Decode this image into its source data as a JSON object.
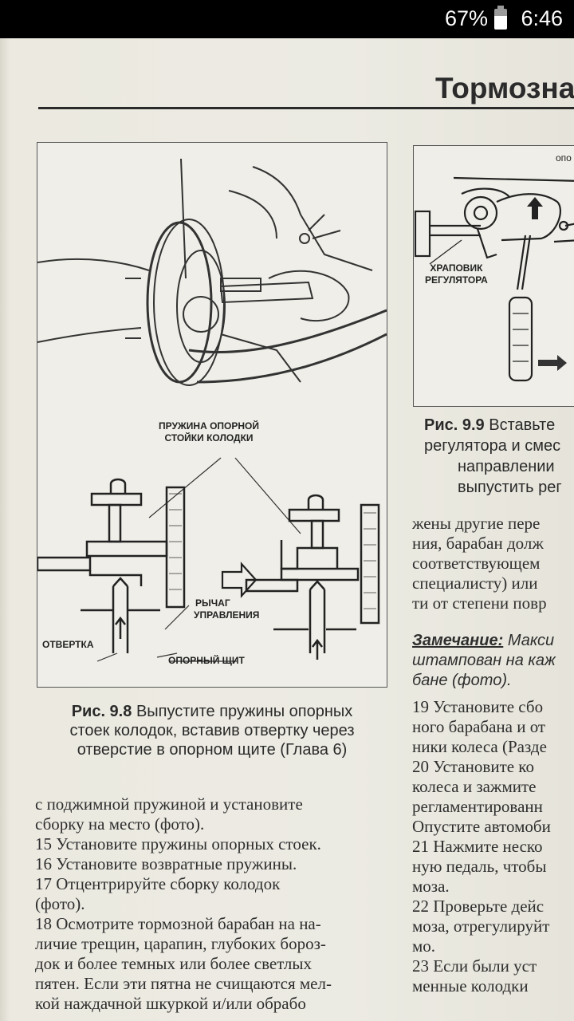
{
  "status": {
    "battery": "67%",
    "time": "6:46"
  },
  "heading": "Тормозна",
  "fig98": {
    "labels": {
      "spring": [
        "ПРУЖИНА ОПОРНОЙ",
        "СТОЙКИ КОЛОДКИ"
      ],
      "lever": [
        "РЫЧАГ",
        "УПРАВЛЕНИЯ"
      ],
      "screwdriver": "ОТВЕРТКА",
      "plate": "ОПОРНЫЙ ЩИТ"
    },
    "caption_num": "Рис. 9.8",
    "caption_lines": [
      "Выпустите пружины опорных",
      "стоек колодок, вставив отвертку через",
      "отверстие в опорном щите (Глава 6)"
    ]
  },
  "fig99": {
    "labels": {
      "top": "опо",
      "ratchet": [
        "ХРАПОВИК",
        "РЕГУЛЯТОРА"
      ]
    },
    "caption_num": "Рис. 9.9",
    "caption_lines": [
      "Вставьте",
      "регулятора и смес",
      "направлении",
      "выпустить рег"
    ]
  },
  "left_column": [
    "с поджимной пружиной и установите",
    "сборку на место (фото).",
    "15  Установите пружины опорных стоек.",
    "16  Установите возвратные пружины.",
    "17  Отцентрируйте сборку колодок",
    "(фото).",
    "18  Осмотрите тормозной барабан на на-",
    "личие трещин, царапин, глубоких бороз-",
    "док и более темных или более светлых",
    "пятен. Если эти пятна не счищаются мел-",
    "кой наждачной шкуркой и/или обрабо"
  ],
  "right_column": {
    "para1": [
      "жены другие пере",
      "ния, барабан долж",
      "соответствующем",
      "специалисту) или",
      "ти от степени повр"
    ],
    "note_label": "Замечание:",
    "note_first": " Макси",
    "note_rest": [
      "штампован на каж",
      "бане (фото)."
    ],
    "items": [
      "19  Установите сбо",
      "ного барабана и от",
      "ники колеса (Разде",
      "20  Установите ко",
      "колеса и зажмите",
      "регламентированн",
      "Опустите автомоби",
      "21  Нажмите неско",
      "ную педаль, чтобы",
      "моза.",
      "22  Проверьте дейс",
      "моза, отрегулируйт",
      "мо.",
      "23  Если были уст",
      "менные колодки"
    ]
  }
}
